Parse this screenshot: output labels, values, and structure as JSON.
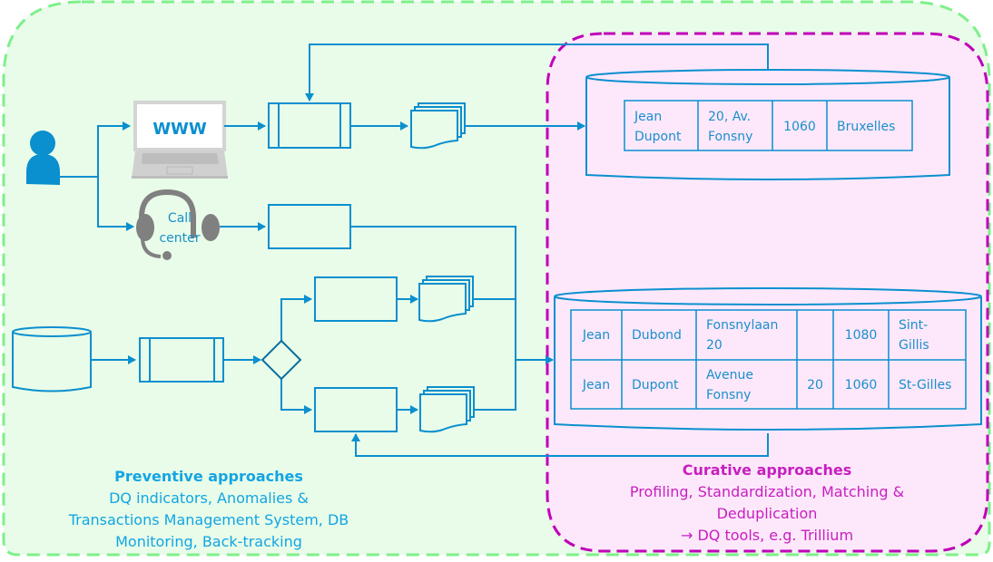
{
  "colors": {
    "flow_blue": "#0a8fcf",
    "preventive_bg": "#e8fce9",
    "preventive_border": "#7ef08a",
    "curative_bg": "#fde8fb",
    "curative_border": "#c000b8",
    "preventive_text": "#13a5e3",
    "curative_text": "#c81ec0",
    "device_gray": "#808080"
  },
  "nodes": {
    "laptop_label": "WWW",
    "call_center_line1": "Call",
    "call_center_line2": "center"
  },
  "top_db": {
    "row": [
      {
        "line1": "Jean",
        "line2": "Dupont"
      },
      {
        "line1": "20, Av.",
        "line2": "Fonsny"
      },
      {
        "line1": "1060",
        "line2": ""
      },
      {
        "line1": "Bruxelles",
        "line2": ""
      }
    ]
  },
  "bottom_db": {
    "rows": [
      [
        {
          "line1": "Jean",
          "line2": ""
        },
        {
          "line1": "Dubond",
          "line2": ""
        },
        {
          "line1": "Fonsnylaan",
          "line2": "20"
        },
        {
          "line1": "",
          "line2": ""
        },
        {
          "line1": "1080",
          "line2": ""
        },
        {
          "line1": "Sint-",
          "line2": "Gillis"
        }
      ],
      [
        {
          "line1": "Jean",
          "line2": ""
        },
        {
          "line1": "Dupont",
          "line2": ""
        },
        {
          "line1": "Avenue",
          "line2": "Fonsny"
        },
        {
          "line1": "20",
          "line2": ""
        },
        {
          "line1": "1060",
          "line2": ""
        },
        {
          "line1": "St-Gilles",
          "line2": ""
        }
      ]
    ]
  },
  "preventive": {
    "title": "Preventive approaches",
    "line1": "DQ indicators, Anomalies &",
    "line2": "Transactions Management System, DB",
    "line3": "Monitoring, Back-tracking"
  },
  "curative": {
    "title": "Curative approaches",
    "line1": "Profiling, Standardization, Matching &",
    "line2": "Deduplication",
    "line3": "→ DQ tools, e.g. Trillium"
  }
}
